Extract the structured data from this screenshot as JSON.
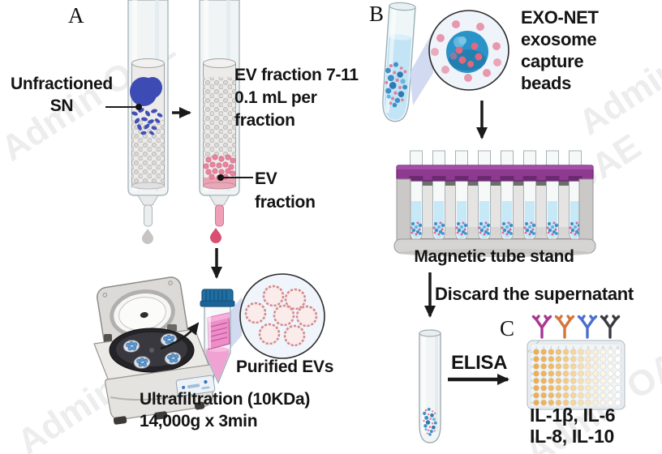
{
  "watermark": "Admin OAE",
  "panel_a": {
    "label": "A",
    "unfractioned_line1": "Unfractioned",
    "unfractioned_line2": "SN",
    "ev_fraction_top_line1": "EV fraction 7-11",
    "ev_fraction_top_line2": "0.1 mL per",
    "ev_fraction_top_line3": "fraction",
    "ev_fraction_side_line1": "EV",
    "ev_fraction_side_line2": "fraction",
    "purified_evs": "Purified EVs",
    "ultrafiltration_line1": "Ultrafiltration (10KDa)",
    "ultrafiltration_line2": "14,000g x 3min"
  },
  "panel_b": {
    "label": "B",
    "beads_line1": "EXO-NET",
    "beads_line2": "exosome",
    "beads_line3": "capture",
    "beads_line4": "beads",
    "magnetic_stand": "Magnetic tube stand",
    "discard": "Discard the supernatant",
    "elisa": "ELISA"
  },
  "panel_c": {
    "label": "C",
    "cytokines_line1": "IL-1β, IL-6",
    "cytokines_line2": "IL-8, IL-10"
  },
  "plate": {
    "rows": 8,
    "cols": 12,
    "column_colors": [
      "#edae52",
      "#eeb25a",
      "#f0b964",
      "#f2c173",
      "#f5ca85",
      "#f7d499",
      "#f9dfae",
      "#fbe8c2",
      "#fcefd4",
      "#fdf6e6",
      "#fefbf3",
      "#ffffff"
    ],
    "col_labels": [
      "1",
      "2",
      "3",
      "4",
      "5",
      "6",
      "7",
      "8",
      "9",
      "10",
      "11",
      "12"
    ],
    "row_labels": [
      "A",
      "B",
      "C",
      "D",
      "E",
      "F",
      "G",
      "H"
    ]
  },
  "antibodies": {
    "colors": [
      "#a83890",
      "#d4763a",
      "#4a6fd0",
      "#3a3a40"
    ]
  },
  "colors": {
    "sample_blue": "#3c4cb4",
    "ev_pink": "#e8849e",
    "capture_bead_blue": "#2a93c7",
    "stand_purple": "#8d3a90",
    "falcon_cap_blue": "#1f6fa4",
    "droplet_pink": "#d94f72",
    "droplet_gray": "#c6c5c3"
  }
}
